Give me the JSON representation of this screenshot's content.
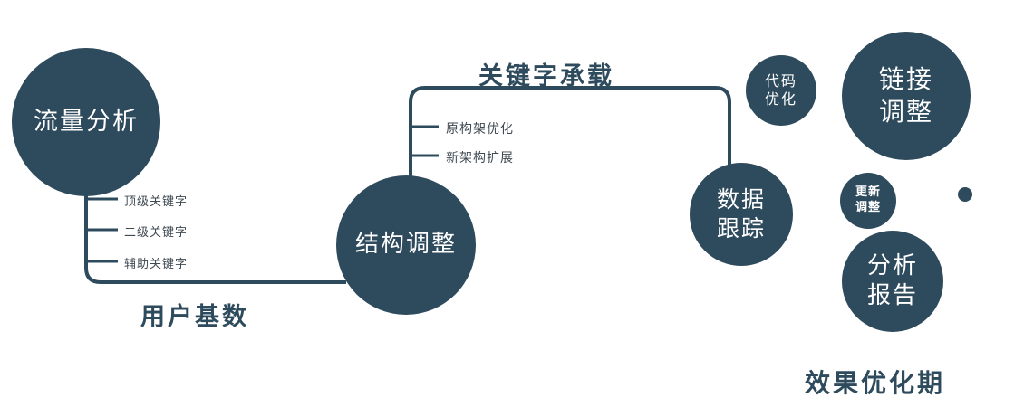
{
  "colors": {
    "primary": "#2e4a5d",
    "branch_label": "#3f4952",
    "background": "#ffffff"
  },
  "nodes": {
    "traffic": {
      "label": "流量分析"
    },
    "structure": {
      "label": "结构调整"
    },
    "tracking": {
      "line1": "数据",
      "line2": "跟踪"
    },
    "code": {
      "line1": "代码",
      "line2": "优化"
    },
    "link": {
      "line1": "链接",
      "line2": "调整"
    },
    "update": {
      "line1": "更新",
      "line2": "调整"
    },
    "report": {
      "line1": "分析",
      "line2": "报告"
    }
  },
  "edges": {
    "user_base_label": "用户基数",
    "keyword_label": "关键字承载"
  },
  "left_branches": [
    {
      "label": "顶级关键字"
    },
    {
      "label": "二级关键字"
    },
    {
      "label": "辅助关键字"
    }
  ],
  "mid_branches": [
    {
      "label": "原构架优化"
    },
    {
      "label": "新架构扩展"
    }
  ],
  "footer": {
    "label": "效果优化期"
  }
}
